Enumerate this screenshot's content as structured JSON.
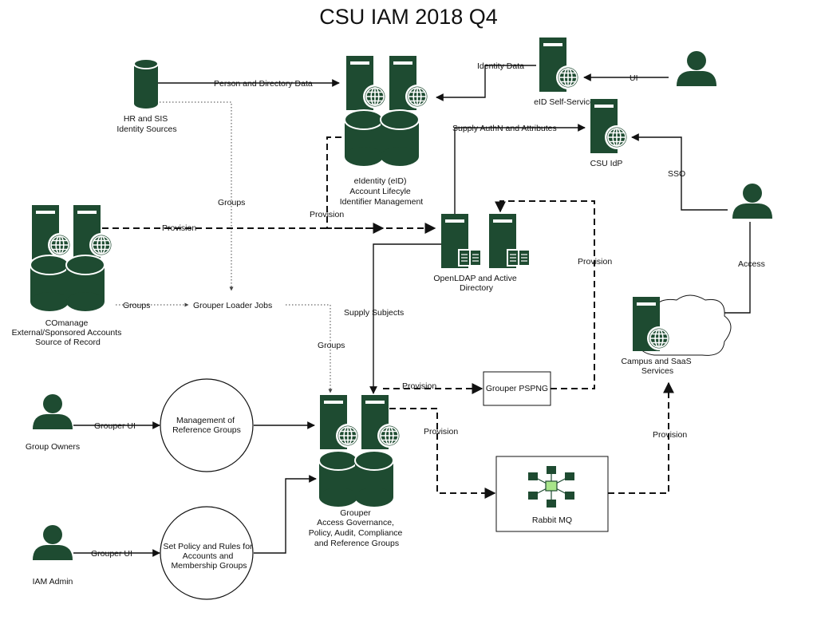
{
  "title": "CSU IAM 2018 Q4",
  "nodes": {
    "hr_sis": [
      "HR and SIS",
      "Identity Sources"
    ],
    "eid": [
      "eIdentity (eID)",
      "Account Lifecyle",
      "Identifier Management"
    ],
    "eid_selfservice": [
      "eID Self-Service"
    ],
    "csu_idp": [
      "CSU IdP"
    ],
    "comanage": [
      "COmanage",
      "External/Sponsored Accounts",
      "Source of Record"
    ],
    "openldap": [
      "OpenLDAP and Active",
      "Directory"
    ],
    "grouper_loader": [
      "Grouper Loader Jobs"
    ],
    "campus_saas": [
      "Campus and SaaS",
      "Services"
    ],
    "grouper_pspng": [
      "Grouper PSPNG"
    ],
    "group_owners": [
      "Group Owners"
    ],
    "mgmt_ref_groups": [
      "Management of",
      "Reference Groups"
    ],
    "grouper": [
      "Grouper",
      "Access Governance,",
      "Policy, Audit, Compliance",
      "and Reference Groups"
    ],
    "rabbit_mq": [
      "Rabbit MQ"
    ],
    "iam_admin": [
      "IAM Admin"
    ],
    "set_policy": [
      "Set Policy and Rules for",
      "Accounts and",
      "Membership Groups"
    ]
  },
  "edges": {
    "person_dir_data": "Person and Directory Data",
    "identity_data": "Identity Data",
    "ui": "UI",
    "supply_authn": "Supply AuthN and Attributes",
    "sso": "SSO",
    "groups_hr": "Groups",
    "provision_eid": "Provision",
    "provision_comanage": "Provision",
    "provision_ldap": "Provision",
    "access": "Access",
    "groups_comanage": "Groups",
    "supply_subjects": "Supply Subjects",
    "groups_loader": "Groups",
    "provision_pspng": "Provision",
    "provision_rabbit": "Provision",
    "provision_services": "Provision",
    "grouper_ui_owners": "Grouper UI",
    "grouper_ui_admin": "Grouper UI"
  }
}
